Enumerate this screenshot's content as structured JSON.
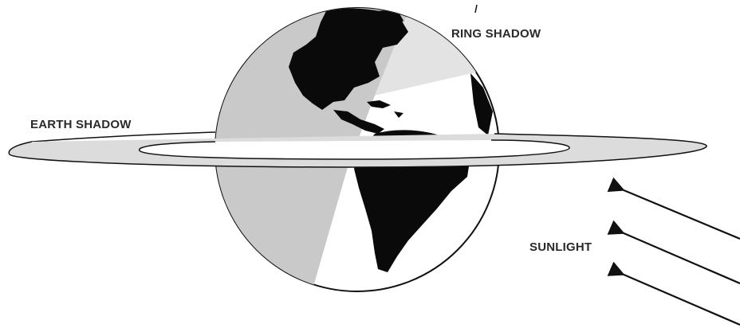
{
  "labels": {
    "earth_shadow": "EARTH SHADOW",
    "ring_shadow": "RING SHADOW",
    "sunlight": "SUNLIGHT"
  },
  "colors": {
    "shadow_gray": "#c9c9c9",
    "ring_fill": "#dcdcdc",
    "land": "#0a0a0a",
    "outline": "#111111",
    "background": "#ffffff"
  },
  "icons": [
    "globe-icon",
    "arrow-icon"
  ]
}
